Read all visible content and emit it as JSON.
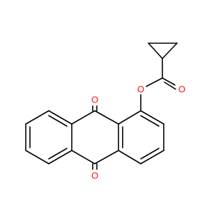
{
  "molecule": {
    "atom_labels": {
      "o_ketone_top": "O",
      "o_ketone_bottom": "O",
      "o_ester": "O",
      "o_carbonyl": "O"
    },
    "colors": {
      "bond": "#000000",
      "oxygen": "#ff0d0d",
      "background": "#ffffff"
    }
  }
}
